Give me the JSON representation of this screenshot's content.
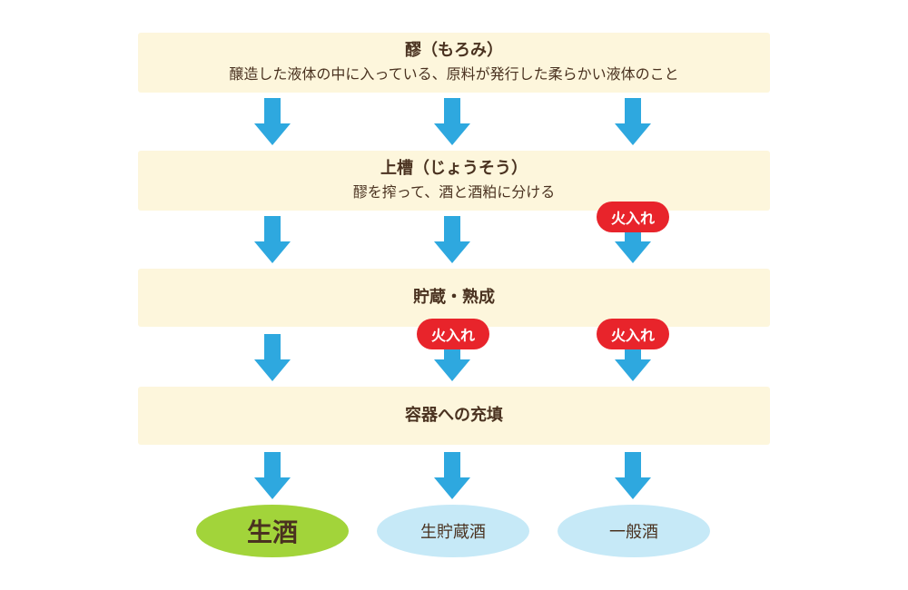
{
  "stages": {
    "moromi": {
      "title": "醪（もろみ）",
      "desc": "醸造した液体の中に入っている、原料が発行した柔らかい液体のこと"
    },
    "joso": {
      "title": "上槽（じょうそう）",
      "desc": "醪を搾って、酒と酒粕に分ける"
    },
    "chozo": {
      "title": "貯蔵・熟成"
    },
    "juten": {
      "title": "容器への充填"
    }
  },
  "badges": {
    "hiire": "火入れ"
  },
  "results": {
    "namazake": "生酒",
    "namachozoshu": "生貯蔵酒",
    "ippanshu": "一般酒"
  },
  "colors": {
    "stage_bg": "#fdf6dc",
    "arrow": "#2ea8df",
    "badge": "#e8242b",
    "namazake": "#a2d43a",
    "other_results": "#c6e9f7",
    "text": "#4a3220"
  }
}
